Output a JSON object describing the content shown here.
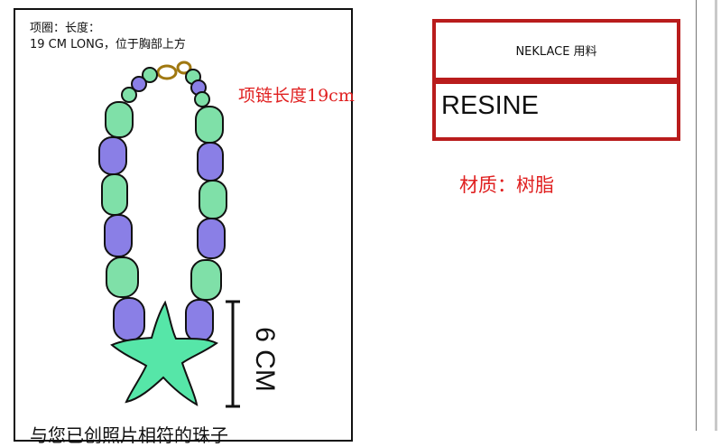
{
  "necklace_label": {
    "line1": "项圈：长度：",
    "line2": "19 CM LONG，位于胸部上方"
  },
  "length_annotation": "项链长度19cm",
  "dimension_label": "6 CM",
  "bottom_text": "与您已创照片相符的珠子",
  "material_box": {
    "header": "NEKLACE 用料",
    "value": "RESINE"
  },
  "material_annotation": "材质：树脂",
  "colors": {
    "green_bead": "#7fe0a8",
    "purple_bead": "#8a7fe6",
    "starfish": "#56e6a8",
    "red_box": "#b91c1c",
    "red_annotation": "#e02020"
  }
}
